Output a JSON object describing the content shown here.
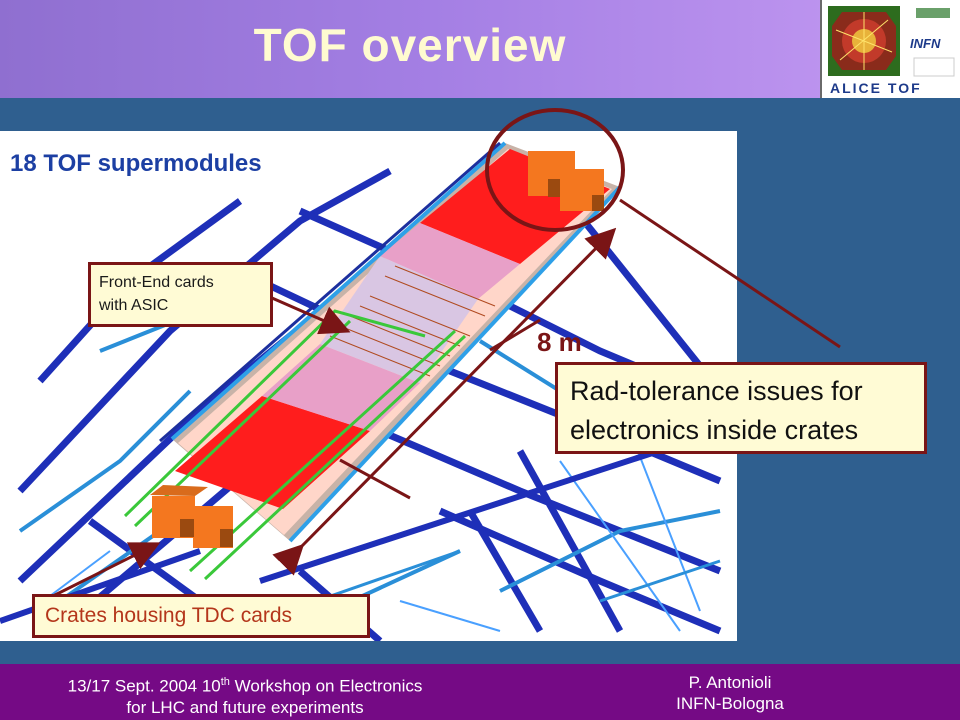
{
  "slide": {
    "title": "TOF overview",
    "figure_label": "18 TOF supermodules",
    "dimension_label": "8 m",
    "callouts": {
      "front_end": [
        "Front-End cards",
        "with ASIC"
      ],
      "crates": "Crates housing TDC cards",
      "rad": [
        "Rad-tolerance issues for",
        "electronics inside crates"
      ]
    },
    "logo": {
      "infn": "INFN",
      "alice_tof": "ALICE TOF"
    },
    "footer": {
      "left_line1_pre": "13/17 Sept. 2004 10",
      "left_line1_sup": "th",
      "left_line1_post": " Workshop on Electronics",
      "left_line2": "for LHC and future experiments",
      "right_line1": "P. Antonioli",
      "right_line2": "INFN-Bologna"
    }
  },
  "colors": {
    "background": "#2f5f8f",
    "header": "#a47fe4",
    "title": "#fffbd0",
    "footer": "#750a85",
    "callout_border": "#7a1516",
    "callout_fill": "#fffbd5",
    "label_blue": "#1c3fa3"
  }
}
